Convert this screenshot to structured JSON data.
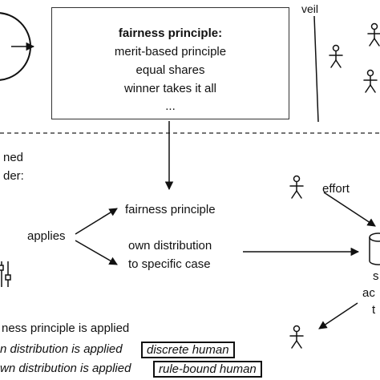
{
  "top": {
    "veil_label": "veil",
    "principle_box": {
      "heading": "fairness principle:",
      "items": [
        "merit-based principle",
        "equal shares",
        "winner takes it all",
        "..."
      ]
    }
  },
  "left": {
    "fragment_1": "ned",
    "fragment_2": "der:"
  },
  "middle": {
    "applies": "applies",
    "fairness_principle": "fairness principle",
    "own_distribution_line1": "own distribution",
    "own_distribution_line2": "to specific case"
  },
  "right": {
    "effort": "effort",
    "fragment_s": "s",
    "fragment_ac": "ac",
    "fragment_t": "t"
  },
  "bottom": {
    "line1": "ness principle is applied",
    "line2": "n distribution is applied",
    "line3": "wn distribution is applied",
    "tag_discrete": "discrete human",
    "tag_rule_bound": "rule-bound human"
  },
  "icons": [
    "stick-figure-icon",
    "cylinder-icon",
    "slider-controls-icon",
    "arrow-icon",
    "circle-arc-icon"
  ]
}
